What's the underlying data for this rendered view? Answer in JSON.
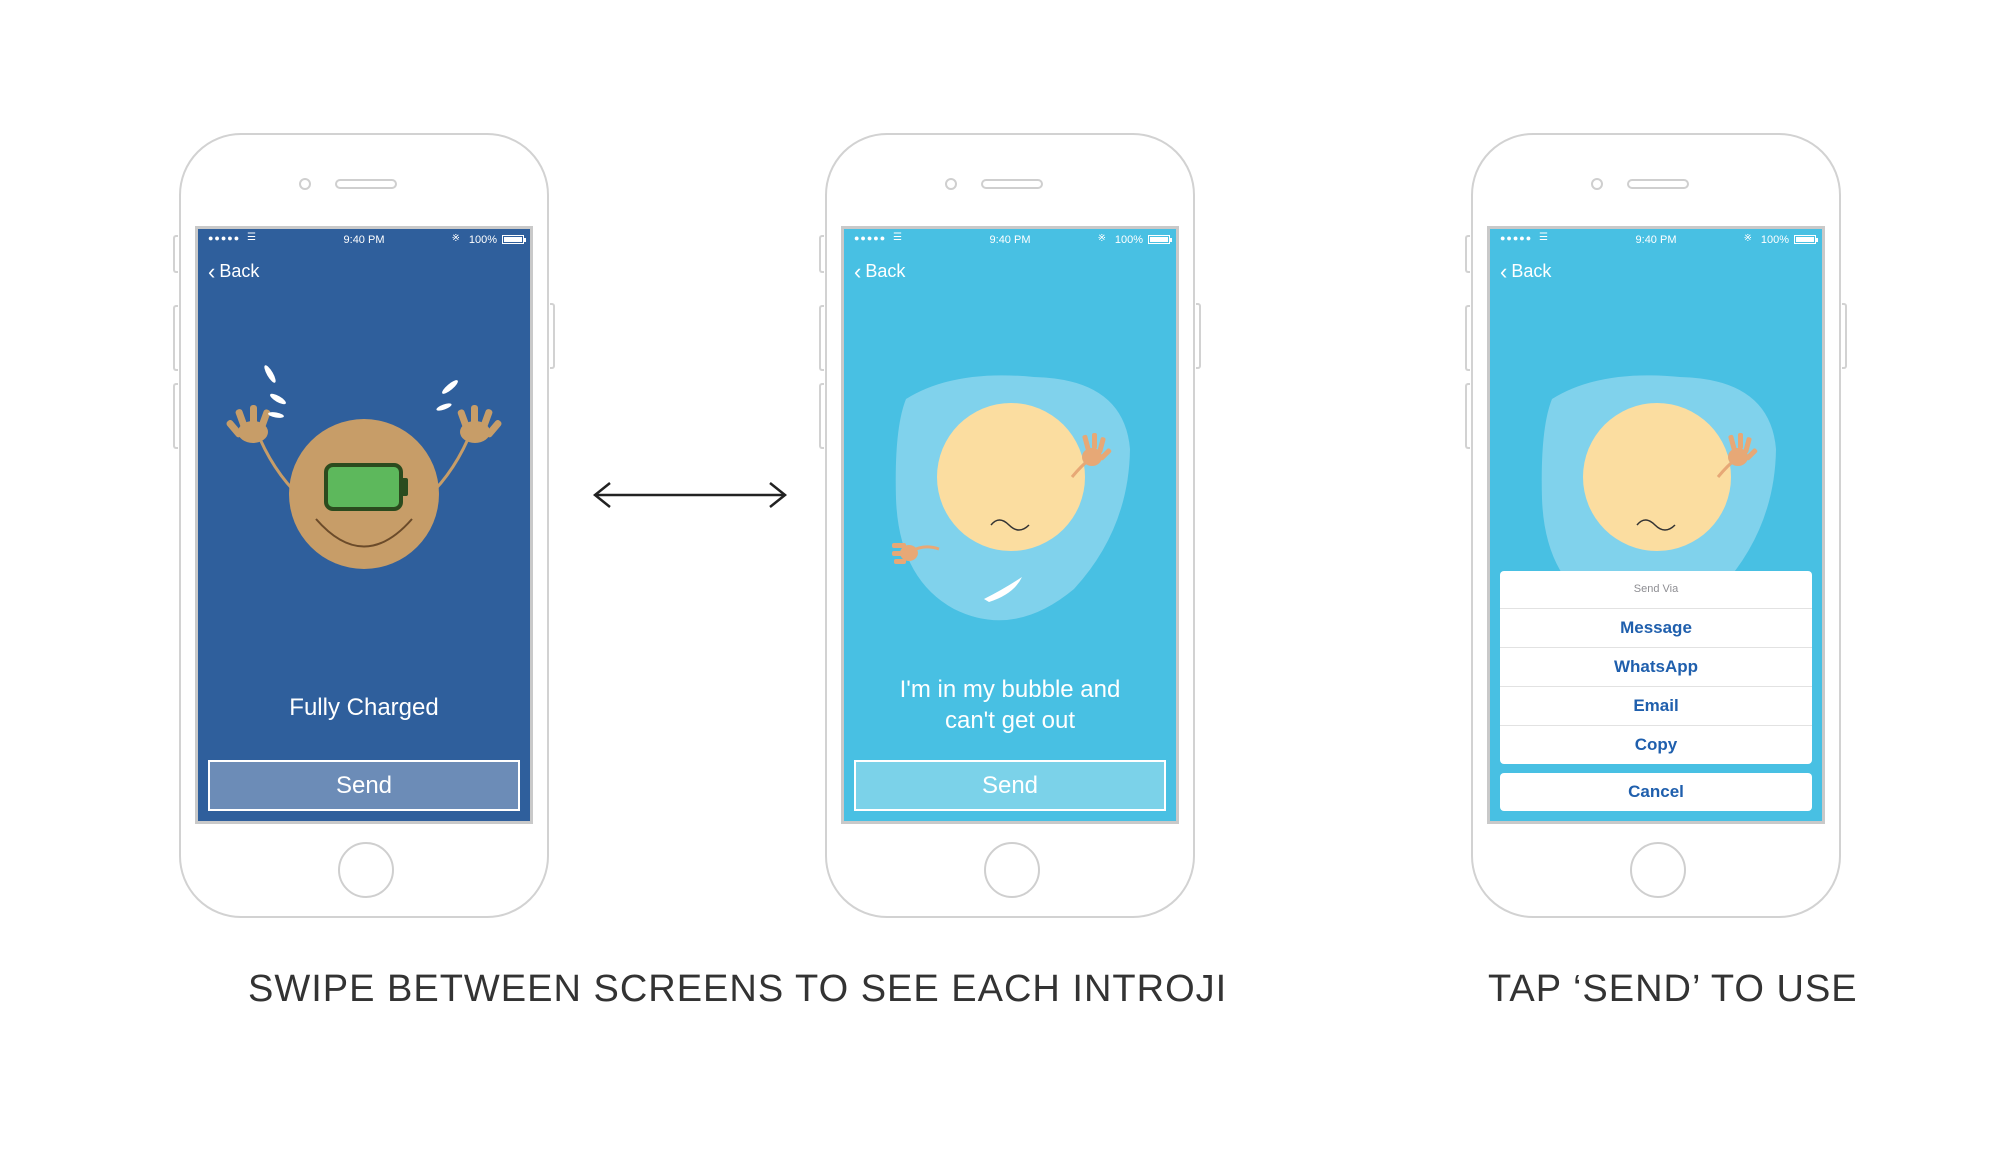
{
  "colors": {
    "dark_blue_bg": "#2f5f9c",
    "light_blue_bg": "#48c0e3",
    "sheet_text": "#1f5fad",
    "face_tan": "#c79d68",
    "face_cream": "#fbdda0",
    "battery_green": "#5db85c",
    "hand": "#e7a876"
  },
  "status_bar": {
    "signal": "●●●●●",
    "time": "9:40 PM",
    "battery_pct": "100%"
  },
  "screens": [
    {
      "back_label": "Back",
      "caption_line1": "Fully Charged",
      "caption_line2": "",
      "send_label": "Send",
      "emoji_icon": "battery-face-icon"
    },
    {
      "back_label": "Back",
      "caption_line1": "I'm in my bubble and",
      "caption_line2": "can't get out",
      "send_label": "Send",
      "emoji_icon": "bubble-face-icon"
    },
    {
      "back_label": "Back",
      "emoji_icon": "bubble-face-icon",
      "action_sheet": {
        "title": "Send Via",
        "options": [
          "Message",
          "WhatsApp",
          "Email",
          "Copy"
        ],
        "cancel": "Cancel"
      }
    }
  ],
  "arrow_icon": "double-arrow-icon",
  "labels": {
    "left": "SWIPE BETWEEN SCREENS TO SEE EACH INTROJI",
    "right": "TAP ‘SEND’ TO USE"
  }
}
